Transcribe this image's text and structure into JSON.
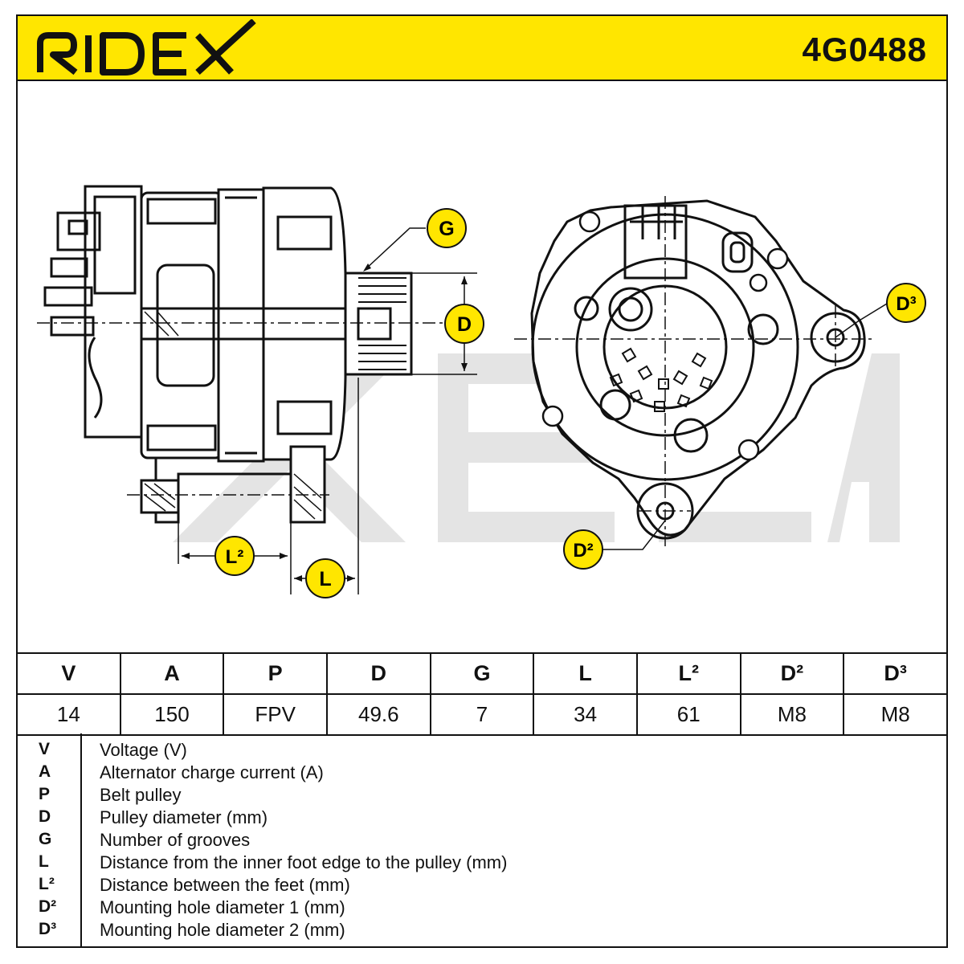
{
  "brand": "RIDEX",
  "part_number": "4G0488",
  "diagram": {
    "callouts": {
      "G": "G",
      "D": "D",
      "L2": "L²",
      "L": "L",
      "D2": "D²",
      "D3": "D³"
    },
    "colors": {
      "callout_fill": "#ffe600",
      "line": "#111111",
      "watermark": "#d9d9d9"
    }
  },
  "specs": {
    "headers": [
      "V",
      "A",
      "P",
      "D",
      "G",
      "L",
      "L²",
      "D²",
      "D³"
    ],
    "values": [
      "14",
      "150",
      "FPV",
      "49.6",
      "7",
      "34",
      "61",
      "M8",
      "M8"
    ]
  },
  "legend": [
    {
      "key": "V",
      "desc": "Voltage (V)"
    },
    {
      "key": "A",
      "desc": "Alternator charge current (A)"
    },
    {
      "key": "P",
      "desc": "Belt pulley"
    },
    {
      "key": "D",
      "desc": "Pulley diameter (mm)"
    },
    {
      "key": "G",
      "desc": "Number of grooves"
    },
    {
      "key": "L",
      "desc": "Distance from the inner foot edge to the pulley (mm)"
    },
    {
      "key": "L²",
      "desc": "Distance between the feet (mm)"
    },
    {
      "key": "D²",
      "desc": "Mounting hole diameter 1 (mm)"
    },
    {
      "key": "D³",
      "desc": "Mounting hole diameter 2 (mm)"
    }
  ]
}
